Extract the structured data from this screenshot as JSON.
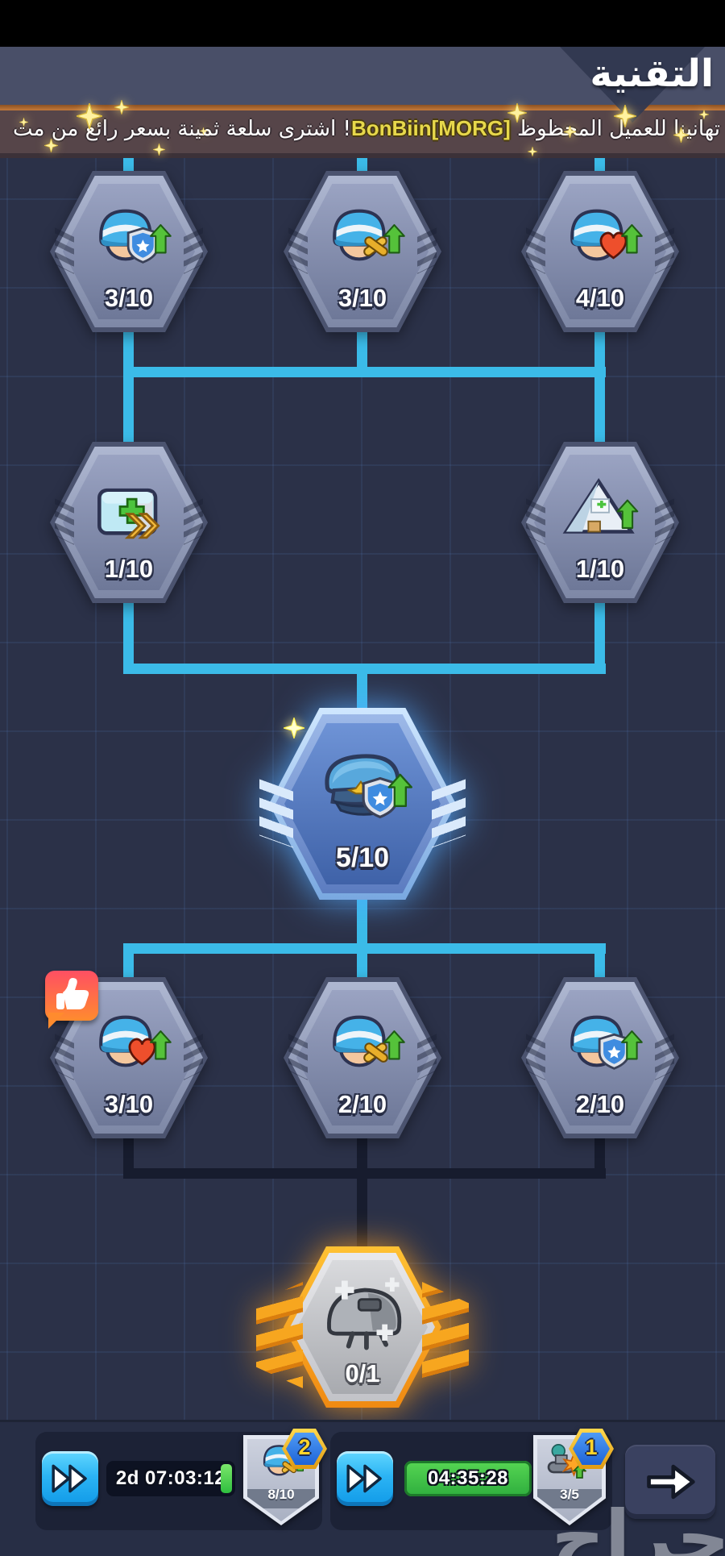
{
  "header": {
    "title": "التقنية"
  },
  "banner": {
    "prefix": "تهانينا للعميل المحظوظ ",
    "player": "BonBiin[MORG]",
    "suffix": "! اشترى سلعة ثمينة بسعر رائع من مت"
  },
  "tree": {
    "row1": [
      {
        "name": "soldier-defense-up",
        "value": "3/10"
      },
      {
        "name": "soldier-attack-up",
        "value": "3/10"
      },
      {
        "name": "soldier-health-up",
        "value": "4/10"
      }
    ],
    "row2": [
      {
        "name": "aid-chest-speed-up",
        "value": "1/10"
      },
      {
        "name": "med-tent-upgrade",
        "value": "1/10"
      }
    ],
    "center": {
      "name": "officer-cap-defense-up",
      "value": "5/10"
    },
    "row3": [
      {
        "name": "soldier-health-up",
        "value": "3/10"
      },
      {
        "name": "soldier-attack-up",
        "value": "2/10"
      },
      {
        "name": "soldier-defense-up",
        "value": "2/10"
      }
    ],
    "final": {
      "name": "elite-helmet-unlock",
      "value": "0/1"
    }
  },
  "bottom_bar": {
    "left_card": {
      "timer": "2d 07:03:12",
      "badge_count": "2",
      "progress": "8/10"
    },
    "right_card": {
      "timer": "04:35:28",
      "badge_count": "1",
      "progress": "3/5"
    }
  },
  "watermark": "حراج",
  "colors": {
    "accent_cyan": "#3bbbe8",
    "locked_line": "#171c2e",
    "glow_blue": "#6ec0ff",
    "glow_orange": "#ffa21f",
    "timer_green": "#3fca4b"
  }
}
